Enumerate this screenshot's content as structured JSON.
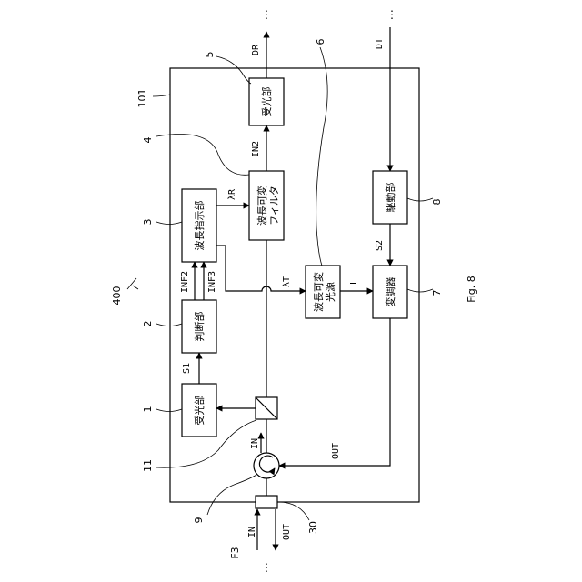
{
  "figure": {
    "fig_label": "Fig. 8",
    "device_ref": "400",
    "device_box_ref": "101",
    "fiber_ref": "F3"
  },
  "blocks": {
    "light_receiver_1": {
      "ref": "1",
      "label": "受光部"
    },
    "judgment": {
      "ref": "2",
      "label": "判断部"
    },
    "wavelength_indicator": {
      "ref": "3",
      "label": "波長指示部"
    },
    "tunable_filter": {
      "ref": "4",
      "label_line1": "波長可変",
      "label_line2": "フィルタ"
    },
    "light_receiver_5": {
      "ref": "5",
      "label": "受光部"
    },
    "tunable_source": {
      "ref": "6",
      "label_line1": "波長可変",
      "label_line2": "光源"
    },
    "modulator": {
      "ref": "7",
      "label": "変調器"
    },
    "driver": {
      "ref": "8",
      "label": "駆動部"
    },
    "circulator": {
      "ref": "9"
    },
    "splitter": {
      "ref": "11"
    },
    "connector": {
      "ref": "30"
    }
  },
  "signals": {
    "s1": "S1",
    "inf2": "INF2",
    "inf3": "INF3",
    "lambda_r": "λR",
    "lambda_t": "λT",
    "in2": "IN2",
    "dr": "DR",
    "dt": "DT",
    "s2": "S2",
    "l": "L",
    "in_inner": "IN",
    "out_inner": "OUT",
    "in_outer": "IN",
    "out_outer": "OUT",
    "ellipsis": "⋮"
  }
}
